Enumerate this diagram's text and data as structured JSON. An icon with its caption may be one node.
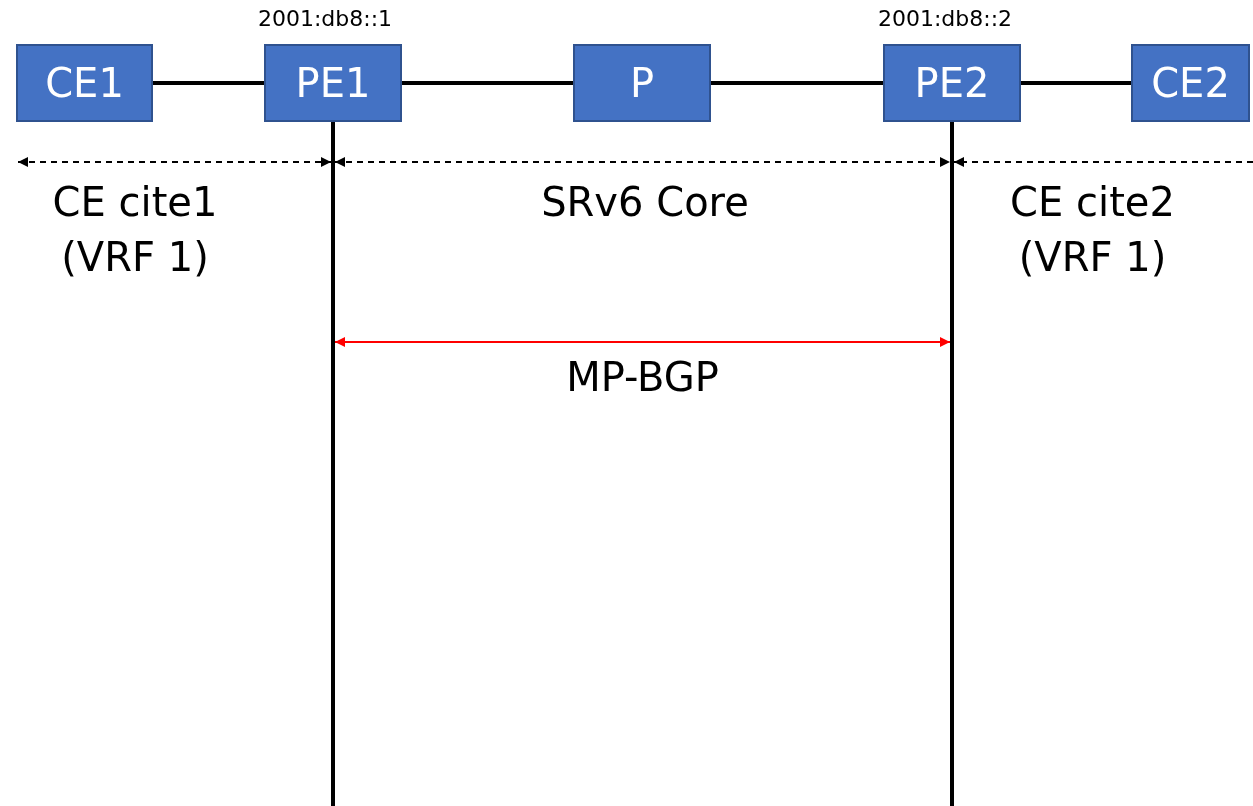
{
  "diagram": {
    "nodes": [
      {
        "text": [
          "CE1"
        ]
      },
      {
        "text": [
          "PE1"
        ],
        "beside": [
          "2001:db8::1"
        ]
      },
      {
        "text": [
          "P"
        ]
      },
      {
        "text": [
          "PE2"
        ],
        "beside": [
          "2001:db8::2"
        ]
      },
      {
        "text": [
          "CE2"
        ]
      },
      {
        "text": [],
        "shape": "line"
      },
      {
        "text": [],
        "shape": "line"
      }
    ],
    "edges": [
      {
        "from": 0,
        "to": 1,
        "arrow": "none",
        "style": "thick"
      },
      {
        "from": 1,
        "to": 2,
        "arrow": "none",
        "style": "thick"
      },
      {
        "from": 2,
        "to": 3,
        "arrow": "none",
        "style": "thick"
      },
      {
        "from": 3,
        "to": 4,
        "arrow": "none",
        "style": "thick"
      },
      {
        "from": 5,
        "to": 6,
        "arrow": "both",
        "color": "#ff0000",
        "label": "MP-BGP"
      },
      {
        "from": null,
        "to": 5,
        "arrow": "both",
        "style": "dashed"
      },
      {
        "from": 5,
        "to": 6,
        "arrow": "both",
        "style": "dashed"
      },
      {
        "from": null,
        "to": 6,
        "arrow": "to",
        "style": "dashed"
      }
    ],
    "labels": [
      "CE cite1 (VRF 1)",
      "SRv6 Core",
      "CE cite2 (VRF 1)"
    ]
  }
}
